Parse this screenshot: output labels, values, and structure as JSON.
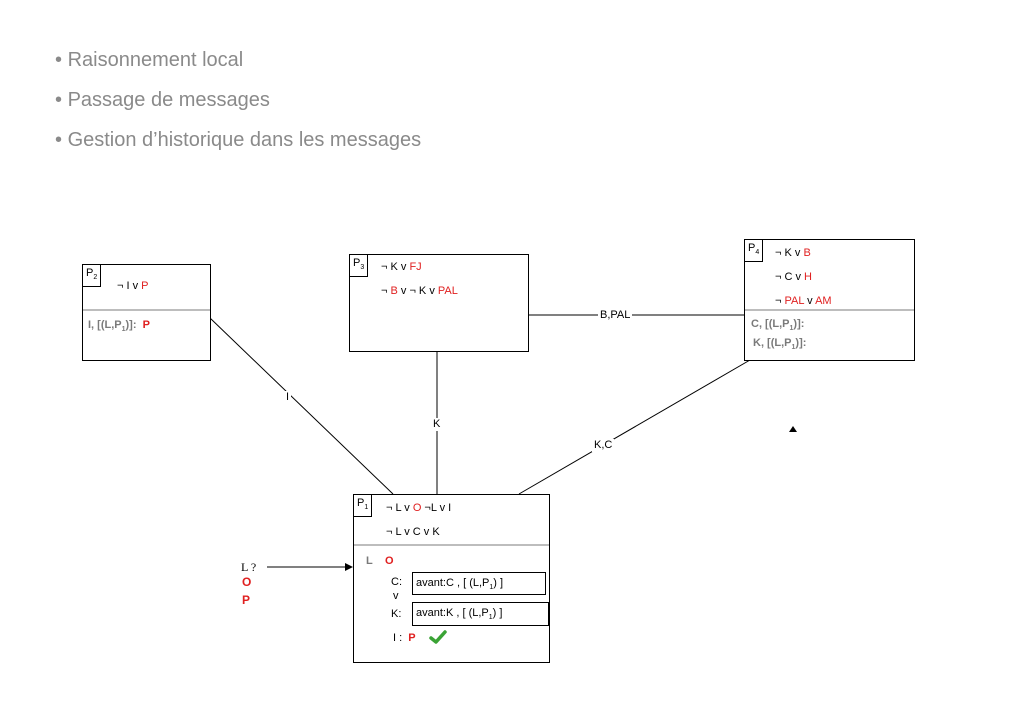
{
  "bullets": [
    "Raisonnement local",
    "Passage de messages",
    "Gestion d’historique dans les messages"
  ],
  "edges": {
    "p2_p1": "I",
    "p3_p1": "K",
    "p3_p4": "B,PAL",
    "p4_p1": "K,C"
  },
  "p2": {
    "tag": "P",
    "tag_sub": "2",
    "clause1_a": "¬ I v ",
    "clause1_b": "P",
    "hist_a": "I, [(L,P",
    "hist_sub": "1",
    "hist_b": ")]:",
    "hist_val": "P"
  },
  "p3": {
    "tag": "P",
    "tag_sub": "3",
    "clause1_a": "¬ K v ",
    "clause1_b": "FJ",
    "clause2_neg": "¬ ",
    "clause2_b": "B",
    "clause2_mid": " v ¬ K v ",
    "clause2_pal": "PAL"
  },
  "p4": {
    "tag": "P",
    "tag_sub": "4",
    "clause1_a": "¬ K v ",
    "clause1_b": "B",
    "clause2_a": "¬ C v ",
    "clause2_b": "H",
    "clause3_neg": "¬ ",
    "clause3_b": "PAL",
    "clause3_mid": " v ",
    "clause3_c": "AM",
    "hist1_a": "C, [(L,P",
    "hist1_sub": "1",
    "hist1_b": ")]:",
    "hist2_a": "K, [(L,P",
    "hist2_sub": "1",
    "hist2_b": ")]:"
  },
  "p1": {
    "tag": "P",
    "tag_sub": "1",
    "clause1_a": "¬ L v ",
    "clause1_b": "O",
    "clause1_c": "  ¬L v I",
    "clause2": "¬ L v C v K",
    "query_L": "L",
    "query_O": "O",
    "c_label": "C:",
    "c_box_a": "avant:C , [ (L,P",
    "c_box_sub": "1",
    "c_box_b": ") ]",
    "v_label": "v",
    "k_label": "K:",
    "k_box_a": "avant:K , [ (L,P",
    "k_box_sub": "1",
    "k_box_b": ") ]",
    "i_label": "I :",
    "i_val": "P"
  },
  "query": {
    "q": "L ?",
    "a1": "O",
    "a2": "P"
  },
  "colors": {
    "red": "#e02020",
    "gray_text": "#8a8a8a",
    "check": "#3aa335"
  },
  "icons": {
    "check": "check-icon",
    "arrow": "arrow-head-icon",
    "cursor": "triangle-icon"
  }
}
